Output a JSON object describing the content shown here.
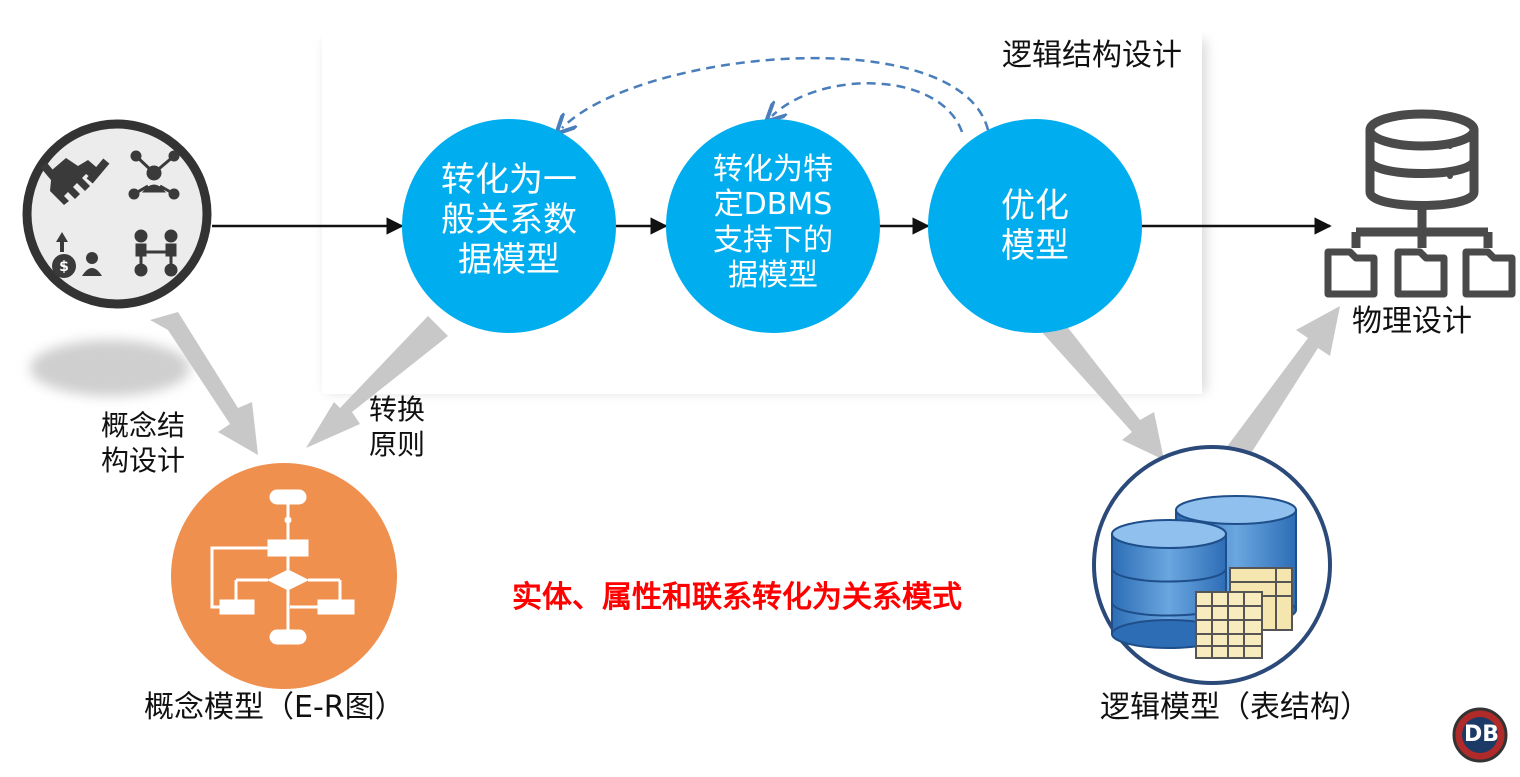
{
  "section_title": "逻辑结构设计",
  "steps": [
    {
      "label": "转化为一\n般关系数\n据模型"
    },
    {
      "label": "转化为特\n定DBMS\n支持下的\n据模型"
    },
    {
      "label": "优化\n模型"
    }
  ],
  "labels": {
    "conceptual_design": "概念结\n构设计",
    "conversion_rules": "转换\n原则",
    "physical_design": "物理设计",
    "conceptual_model": "概念模型（E-R图）",
    "logical_model": "逻辑模型（表结构）",
    "highlight": "实体、属性和联系转化为关系模式",
    "badge": "DB"
  },
  "colors": {
    "step_fill": "#00aeef",
    "orange": "#f0904f",
    "highlight": "#ff0000",
    "dashed": "#4a7ebb",
    "gray_arrow": "#c8c8c8",
    "icon_gray": "#4a4a4a"
  }
}
